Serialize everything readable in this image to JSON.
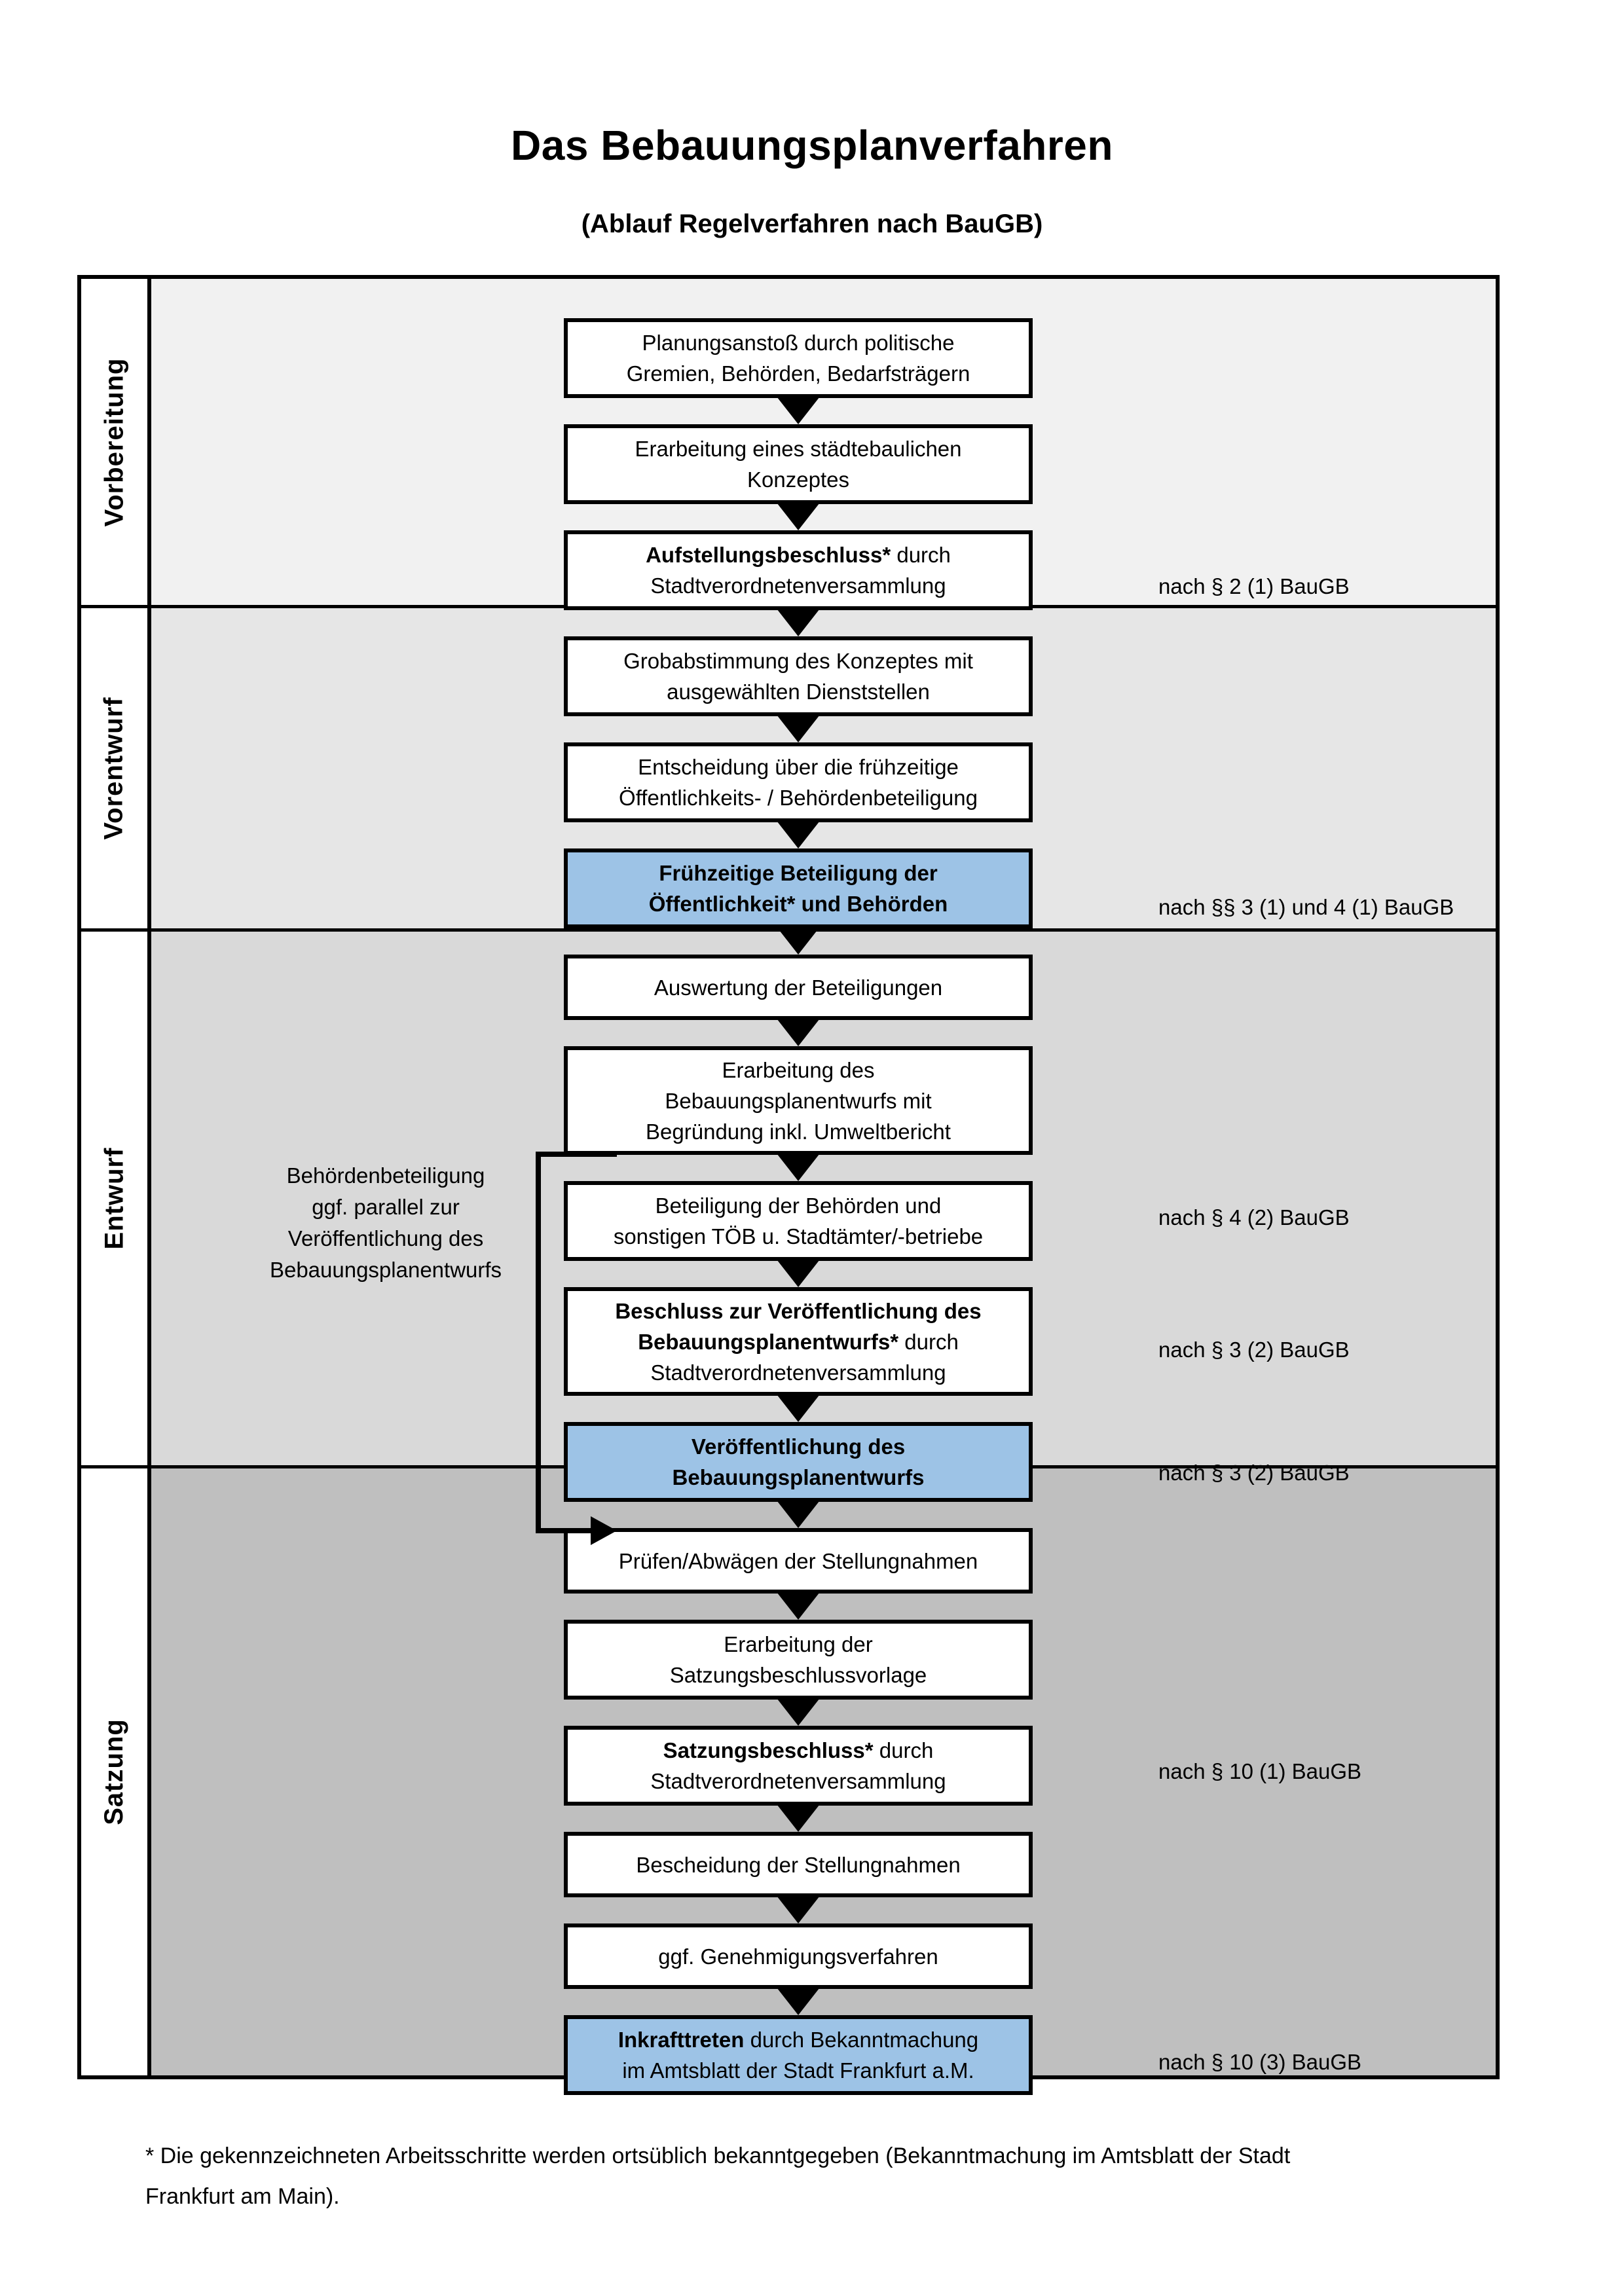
{
  "document": {
    "title": "Das Bebauungsplanverfahren",
    "subtitle": "(Ablauf Regelverfahren nach BauGB)",
    "footnote_line1": "* Die gekennzeichneten Arbeitsschritte werden ortsüblich bekanntgegeben (Bekanntmachung im Amtsblatt  der Stadt",
    "footnote_line2": "Frankfurt am Main)."
  },
  "colors": {
    "highlight_box": "#9dc3e6",
    "phase_vorbereitung_bg": "#f1f1f1",
    "phase_vorentwurf_bg": "#e6e6e6",
    "phase_entwurf_bg": "#d9d9d9",
    "phase_satzung_bg": "#bfbfbf",
    "border": "#000000"
  },
  "phases": [
    {
      "id": "vorbereitung",
      "label": "Vorbereitung"
    },
    {
      "id": "vorentwurf",
      "label": "Vorentwurf"
    },
    {
      "id": "entwurf",
      "label": "Entwurf"
    },
    {
      "id": "satzung",
      "label": "Satzung"
    }
  ],
  "sidenote": {
    "line1": "Behördenbeteiligung",
    "line2": "ggf. parallel zur",
    "line3": "Veröffentlichung des",
    "line4": "Bebauungsplanentwurfs"
  },
  "steps": [
    {
      "id": "planungsanstoss",
      "phase": "vorbereitung",
      "highlight": false,
      "line1_plain": "Planungsanstoß durch politische",
      "line1_bold": "",
      "line2_plain": "Gremien, Behörden, Bedarfsträgern",
      "line2_bold": "",
      "line3_plain": ""
    },
    {
      "id": "staedtebauliches-konzept",
      "phase": "vorbereitung",
      "highlight": false,
      "line1_plain": "Erarbeitung eines städtebaulichen",
      "line1_bold": "",
      "line2_plain": "Konzeptes",
      "line2_bold": "",
      "line3_plain": ""
    },
    {
      "id": "aufstellungsbeschluss",
      "phase": "vorbereitung",
      "highlight": false,
      "line1_bold": "Aufstellungsbeschluss*",
      "line1_plain": " durch",
      "line2_bold": "",
      "line2_plain": "Stadtverordnetenversammlung",
      "line3_plain": ""
    },
    {
      "id": "grobabstimmung",
      "phase": "vorentwurf",
      "highlight": false,
      "line1_plain": "Grobabstimmung des Konzeptes mit",
      "line1_bold": "",
      "line2_plain": "ausgewählten Dienststellen",
      "line2_bold": "",
      "line3_plain": ""
    },
    {
      "id": "entscheidung-fruehzeitig",
      "phase": "vorentwurf",
      "highlight": false,
      "line1_plain": "Entscheidung über die frühzeitige",
      "line1_bold": "",
      "line2_plain": "Öffentlichkeits- / Behördenbeteiligung",
      "line2_bold": "",
      "line3_plain": ""
    },
    {
      "id": "fruehzeitige-beteiligung",
      "phase": "vorentwurf",
      "highlight": true,
      "line1_bold": "Frühzeitige Beteiligung der",
      "line1_plain": "",
      "line2_bold": "Öffentlichkeit* und Behörden",
      "line2_plain": "",
      "line3_plain": ""
    },
    {
      "id": "auswertung-beteiligungen",
      "phase": "entwurf",
      "highlight": false,
      "line1_plain": "Auswertung der Beteiligungen",
      "line1_bold": "",
      "line2_plain": "",
      "line2_bold": "",
      "line3_plain": ""
    },
    {
      "id": "erarbeitung-entwurf",
      "phase": "entwurf",
      "highlight": false,
      "line1_plain": "Erarbeitung des",
      "line1_bold": "",
      "line2_plain": "Bebauungsplanentwurfs mit",
      "line2_bold": "",
      "line3_plain": "Begründung inkl. Umweltbericht"
    },
    {
      "id": "beteiligung-behoerden",
      "phase": "entwurf",
      "highlight": false,
      "line1_plain": "Beteiligung der Behörden und",
      "line1_bold": "",
      "line2_plain": "sonstigen TÖB u. Stadtämter/-betriebe",
      "line2_bold": "",
      "line3_plain": ""
    },
    {
      "id": "beschluss-veroeffentlichung",
      "phase": "entwurf",
      "highlight": false,
      "line1_bold": "Beschluss zur Veröffentlichung des",
      "line1_plain": "",
      "line2_bold": "Bebauungsplanentwurfs*",
      "line2_plain": " durch",
      "line3_plain": "Stadtverordnetenversammlung"
    },
    {
      "id": "veroeffentlichung",
      "phase": "entwurf",
      "highlight": true,
      "line1_bold": "Veröffentlichung des",
      "line1_plain": "",
      "line2_bold": "Bebauungsplanentwurfs",
      "line2_plain": "",
      "line3_plain": ""
    },
    {
      "id": "pruefen-abwaegen",
      "phase": "satzung",
      "highlight": false,
      "line1_plain": "Prüfen/Abwägen der Stellungnahmen",
      "line1_bold": "",
      "line2_plain": "",
      "line2_bold": "",
      "line3_plain": ""
    },
    {
      "id": "satzungsbeschlussvorlage",
      "phase": "satzung",
      "highlight": false,
      "line1_plain": "Erarbeitung der",
      "line1_bold": "",
      "line2_plain": "Satzungsbeschlussvorlage",
      "line2_bold": "",
      "line3_plain": ""
    },
    {
      "id": "satzungsbeschluss",
      "phase": "satzung",
      "highlight": false,
      "line1_bold": "Satzungsbeschluss*",
      "line1_plain": " durch",
      "line2_bold": "",
      "line2_plain": "Stadtverordnetenversammlung",
      "line3_plain": ""
    },
    {
      "id": "bescheidung",
      "phase": "satzung",
      "highlight": false,
      "line1_plain": "Bescheidung der Stellungnahmen",
      "line1_bold": "",
      "line2_plain": "",
      "line2_bold": "",
      "line3_plain": ""
    },
    {
      "id": "genehmigungsverfahren",
      "phase": "satzung",
      "highlight": false,
      "line1_plain": "ggf. Genehmigungsverfahren",
      "line1_bold": "",
      "line2_plain": "",
      "line2_bold": "",
      "line3_plain": ""
    },
    {
      "id": "inkrafttreten",
      "phase": "satzung",
      "highlight": true,
      "line1_bold": "Inkrafttreten",
      "line1_plain": " durch Bekanntmachung",
      "line2_bold": "",
      "line2_plain": "im Amtsblatt der Stadt Frankfurt a.M.",
      "line3_plain": ""
    }
  ],
  "legal_refs": [
    {
      "id": "ref-par2-1",
      "text": "nach § 2 (1) BauGB"
    },
    {
      "id": "ref-par3-4-1",
      "text": "nach §§ 3 (1) und 4 (1) BauGB"
    },
    {
      "id": "ref-par4-2",
      "text": "nach § 4 (2) BauGB"
    },
    {
      "id": "ref-par3-2-a",
      "text": "nach § 3 (2) BauGB"
    },
    {
      "id": "ref-par3-2-b",
      "text": "nach § 3 (2) BauGB"
    },
    {
      "id": "ref-par10-1",
      "text": "nach § 10 (1) BauGB"
    },
    {
      "id": "ref-par10-3",
      "text": "nach § 10 (3) BauGB"
    }
  ]
}
